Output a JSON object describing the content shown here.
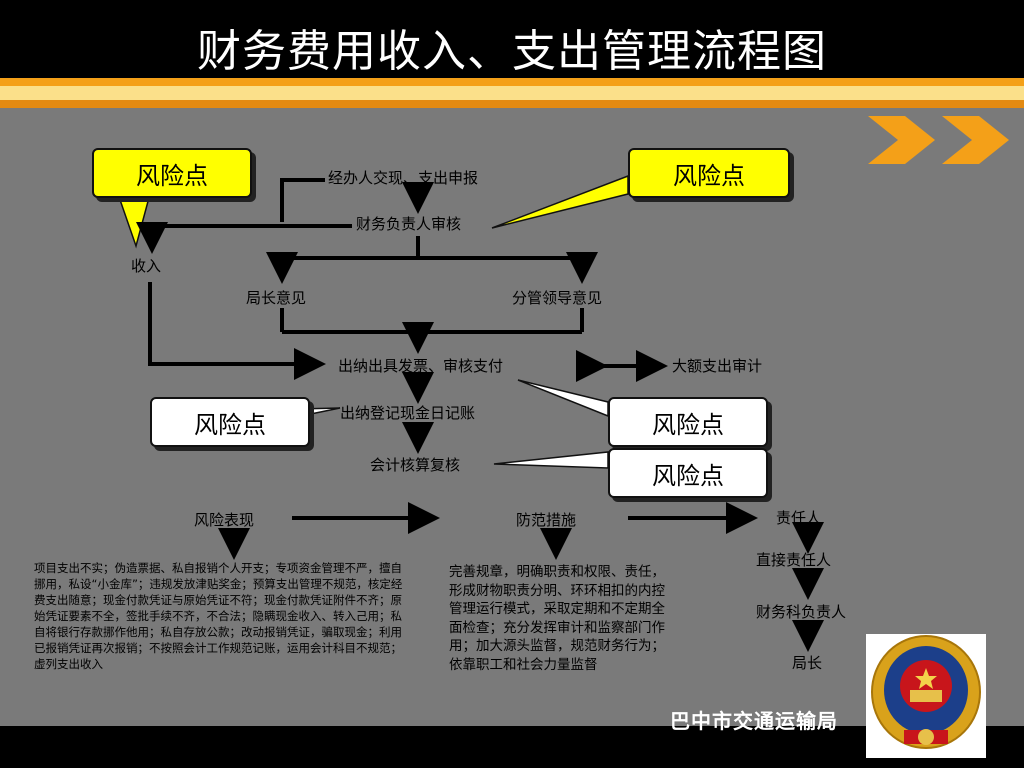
{
  "title": "财务费用收入、支出管理流程图",
  "flow": {
    "step_apply": "经办人交现、支出申报",
    "step_review": "财务负责人审核",
    "income": "收入",
    "director": "局长意见",
    "leader": "分管领导意见",
    "cashier_pay": "出纳出具发票、审核支付",
    "large_audit": "大额支出审计",
    "cash_journal": "出纳登记现金日记账",
    "accounting": "会计核算复核"
  },
  "risk_label": "风险点",
  "columns": {
    "risk": "风险表现",
    "prevention": "防范措施",
    "responsible": "责任人"
  },
  "risk_text": "项目支出不实；伪造票据、私自报销个人开支；专项资金管理不严，擅自挪用，私设“小金库”；违规发放津贴奖金；预算支出管理不规范，核定经费支出随意；现金付款凭证与原始凭证不符；现金付款凭证附件不齐；原始凭证要素不全，签批手续不齐，不合法；隐瞒现金收入、转入己用；私自将银行存款挪作他用；私自存放公款；改动报销凭证，骗取现金；利用已报销凭证再次报销；不按照会计工作规范记账，运用会计科目不规范；虚列支出收入",
  "prevention_text": "完善规章，明确职责和权限、责任，形成财物职责分明、环环相扣的内控管理运行模式，采取定期和不定期全面检查；充分发挥审计和监察部门作用；加大源头监督，规范财务行为；依靠职工和社会力量监督",
  "responsible": [
    "直接责任人",
    "财务科负责人",
    "局长"
  ],
  "organization": "巴中市交通运输局",
  "colors": {
    "accent": "#f4a018",
    "callout": "#ffff00"
  }
}
